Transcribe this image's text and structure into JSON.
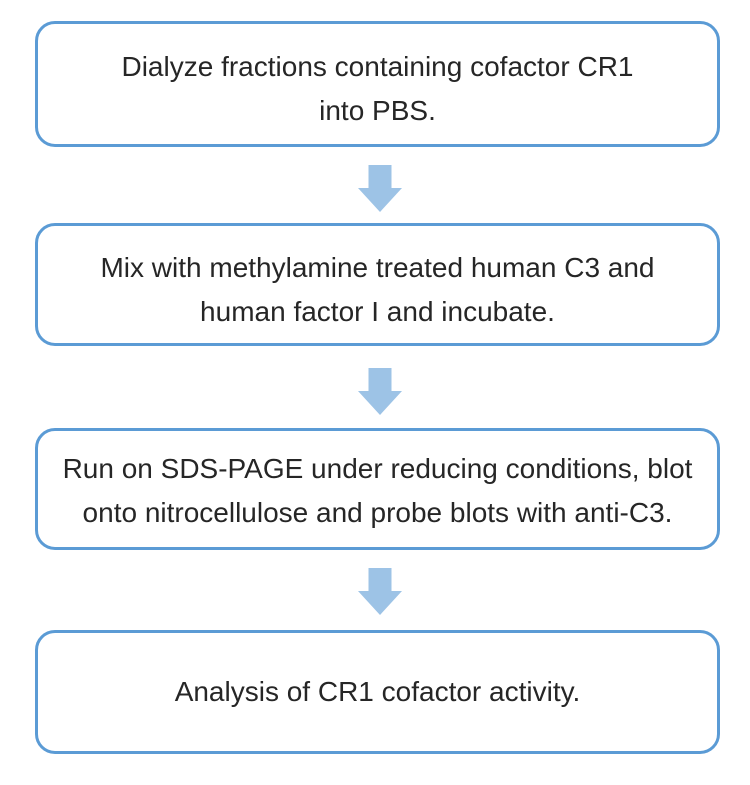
{
  "diagram": {
    "type": "flowchart",
    "direction": "top-to-bottom",
    "colors": {
      "box_border": "#5B9BD5",
      "arrow_fill": "#9DC3E6",
      "text": "#262626",
      "background": "#FFFFFF"
    },
    "connector": "down-block-arrow",
    "steps": [
      {
        "lines": [
          "Dialyze fractions containing cofactor CR1",
          "into PBS."
        ]
      },
      {
        "lines": [
          "Mix with methylamine treated human C3 and",
          "human factor I and incubate."
        ]
      },
      {
        "lines": [
          "Run on SDS-PAGE under reducing conditions, blot",
          "onto nitrocellulose and probe blots with anti-C3."
        ]
      },
      {
        "lines": [
          "Analysis of CR1 cofactor activity."
        ]
      }
    ]
  }
}
